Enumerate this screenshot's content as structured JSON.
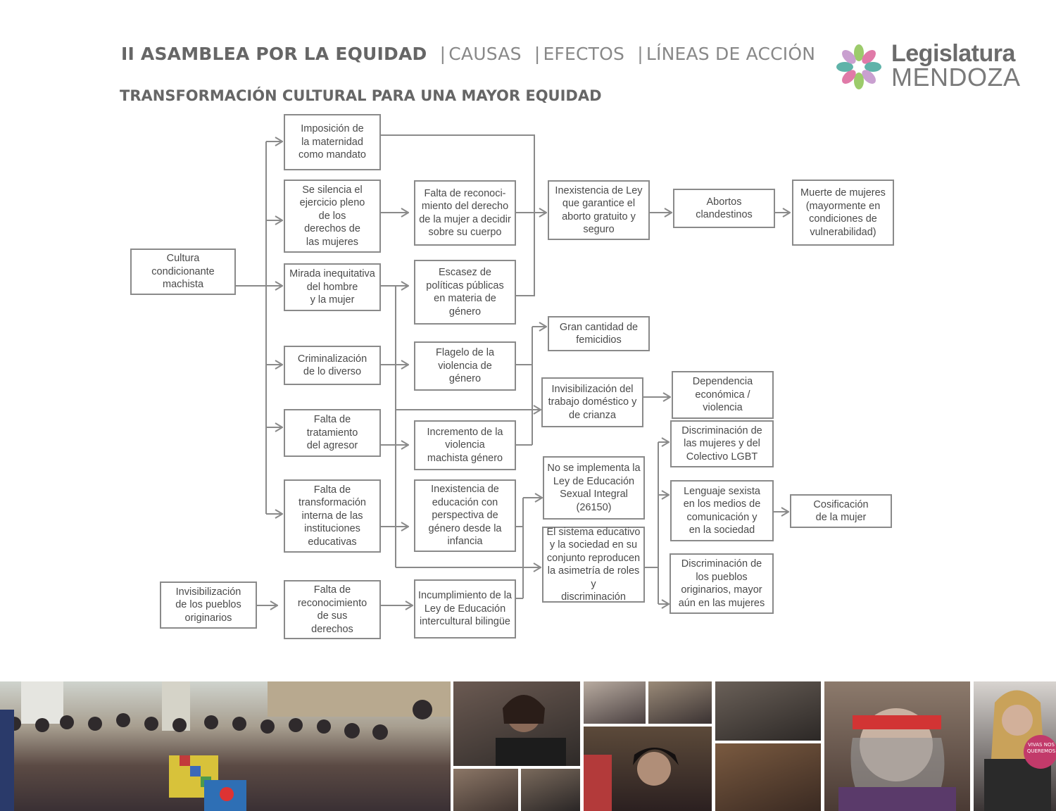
{
  "header": {
    "title": "II ASAMBLEA POR LA EQUIDAD",
    "sep": "|",
    "part1": "CAUSAS",
    "part2": "EFECTOS",
    "part3": "LÍNEAS DE ACCIÓN"
  },
  "subtitle": "TRANSFORMACIÓN CULTURAL PARA UNA MAYOR EQUIDAD",
  "logo": {
    "line1": "Legislatura",
    "line2": "MENDOZA"
  },
  "nodes": {
    "cultura": "Cultura\ncondicionante\nmachista",
    "imposicion": "Imposición de\nla maternidad\ncomo mandato",
    "silencia": "Se silencia el\nejercicio pleno\nde los\nderechos de\nlas mujeres",
    "mirada": "Mirada inequitativa\ndel hombre\ny la mujer",
    "criminalizacion": "Criminalización\nde lo diverso",
    "tratamiento": "Falta de\ntratamiento\ndel agresor",
    "transformacion": "Falta de\ntransformación\ninterna de las\ninstituciones\neducativas",
    "invis_pueblos": "Invisibilización\nde los pueblos\noriginarios",
    "reconocimiento_der": "Falta de\nreconocimiento\nde sus\nderechos",
    "reconoci_mujer": "Falta de reconoci-\nmiento del derecho\nde la mujer a decidir\nsobre su cuerpo",
    "escasez": "Escasez de\npolíticas públicas\nen materia de\ngénero",
    "flagelo": "Flagelo de la\nviolencia de\ngénero",
    "incremento": "Incremento de la\nviolencia\nmachista género",
    "inexist_educacion": "Inexistencia de\neducación con\nperspectiva de\ngénero desde la\ninfancia",
    "incumplimiento": "Incumplimiento de la\nLey de Educación\nintercultural bilingüe",
    "inexist_ley": "Inexistencia de Ley\nque garantice el\naborto gratuito y\nseguro",
    "abortos": "Abortos\nclandestinos",
    "muerte": "Muerte de mujeres\n(mayormente en\ncondiciones de\nvulnerabilidad)",
    "femicidios": "Gran cantidad de\nfemicidios",
    "invis_trabajo": "Invisibilización del\ntrabajo doméstico y\nde crianza",
    "dependencia": "Dependencia\neconómica /\nviolencia",
    "no_implementa": "No se implementa la\nLey de Educación\nSexual Integral\n(26150)",
    "sistema": "El sistema educativo\ny la sociedad en su\nconjunto reproducen\nla asimetría de roles y\ndiscriminación",
    "discrim_lgbt": "Discriminación de\nlas mujeres y del\nColectivo LGBT",
    "lenguaje": "Lenguaje sexista\nen los medios de\ncomunicación y\nen la sociedad",
    "discrim_pueblos": "Discriminación de\nlos pueblos\noriginarios, mayor\naún en las mujeres",
    "cosificacion": "Cosificación\nde la mujer"
  },
  "colors": {
    "box_border": "#8a8a8a",
    "connector": "#8a8a8a",
    "text": "#4a4a4a",
    "logo_petals": [
      "#5fb3a9",
      "#e07aa8",
      "#9ccb6b",
      "#c9a0d0"
    ]
  },
  "photo_strip": {
    "banner_text": "VIVAS NOS QUEREMOS"
  }
}
